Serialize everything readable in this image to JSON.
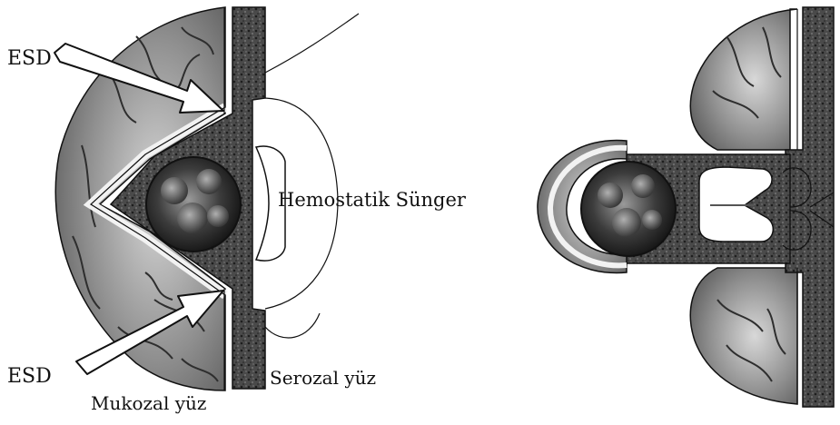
{
  "labels": {
    "esd_top": "ESD",
    "esd_bottom": "ESD",
    "hemostatic_sponge": "Hemostatik Sünger",
    "serosal_side": "Serozal yüz",
    "mucosal_side": "Mukozal yüz"
  },
  "palette": {
    "background": "#ffffff",
    "mucosa_fill": "#8f8f8f",
    "mucosa_fold": "#3a3a3a",
    "wall_band": "#3d3d3d",
    "tumor_fill": "#2a2a2a",
    "sponge_fill": "#ffffff",
    "outline": "#111111"
  },
  "panels": [
    "before-closure",
    "after-closure"
  ]
}
